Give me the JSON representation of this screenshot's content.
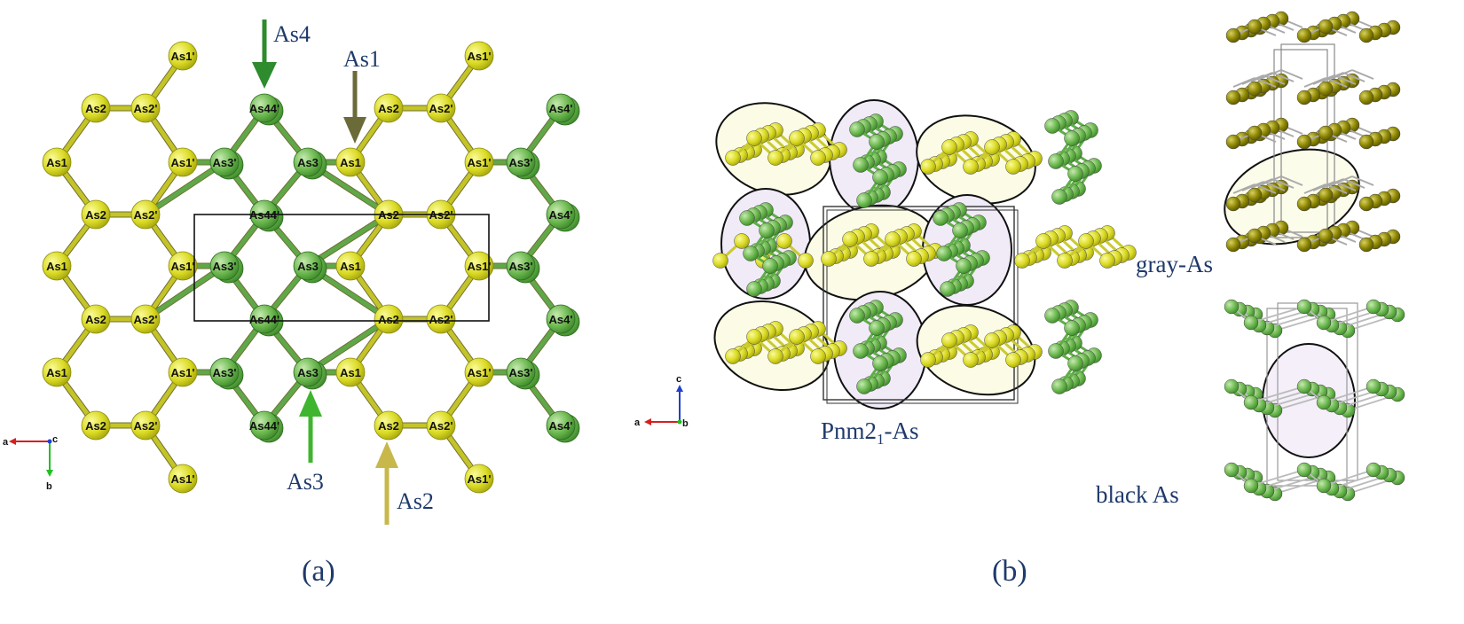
{
  "panel_a": {
    "caption": "(a)",
    "arrows": {
      "as4": "As4",
      "as1": "As1",
      "as3": "As3",
      "as2": "As2"
    },
    "atoms": {
      "as1": "As1",
      "as1p": "As1'",
      "as2": "As2",
      "as2p": "As2'",
      "as3": "As3",
      "as3p": "As3'",
      "as4p": "As4'",
      "as44": "As44'"
    },
    "axes": {
      "x": "a",
      "y": "b",
      "z": "c"
    }
  },
  "panel_b": {
    "caption": "(b)",
    "pnm": "Pnm2",
    "pnm_sub": "1",
    "pnm_suffix": "-As",
    "gray": "gray-As",
    "black": "black As",
    "axes": {
      "x": "a",
      "y": "c",
      "z": "b"
    }
  },
  "colors": {
    "yellow_atom": "#d8d820",
    "green_atom": "#6cb84f",
    "olive_atom": "#8a8400",
    "as4_arrow": "#2e8b2e",
    "as1_arrow": "#6b6b3a",
    "as3_arrow": "#3fb52f",
    "as2_arrow": "#c8b84a",
    "text": "#1f3a6b",
    "ellipse_yellow": "#fbfbe6",
    "ellipse_purple": "#f1ebf8"
  }
}
